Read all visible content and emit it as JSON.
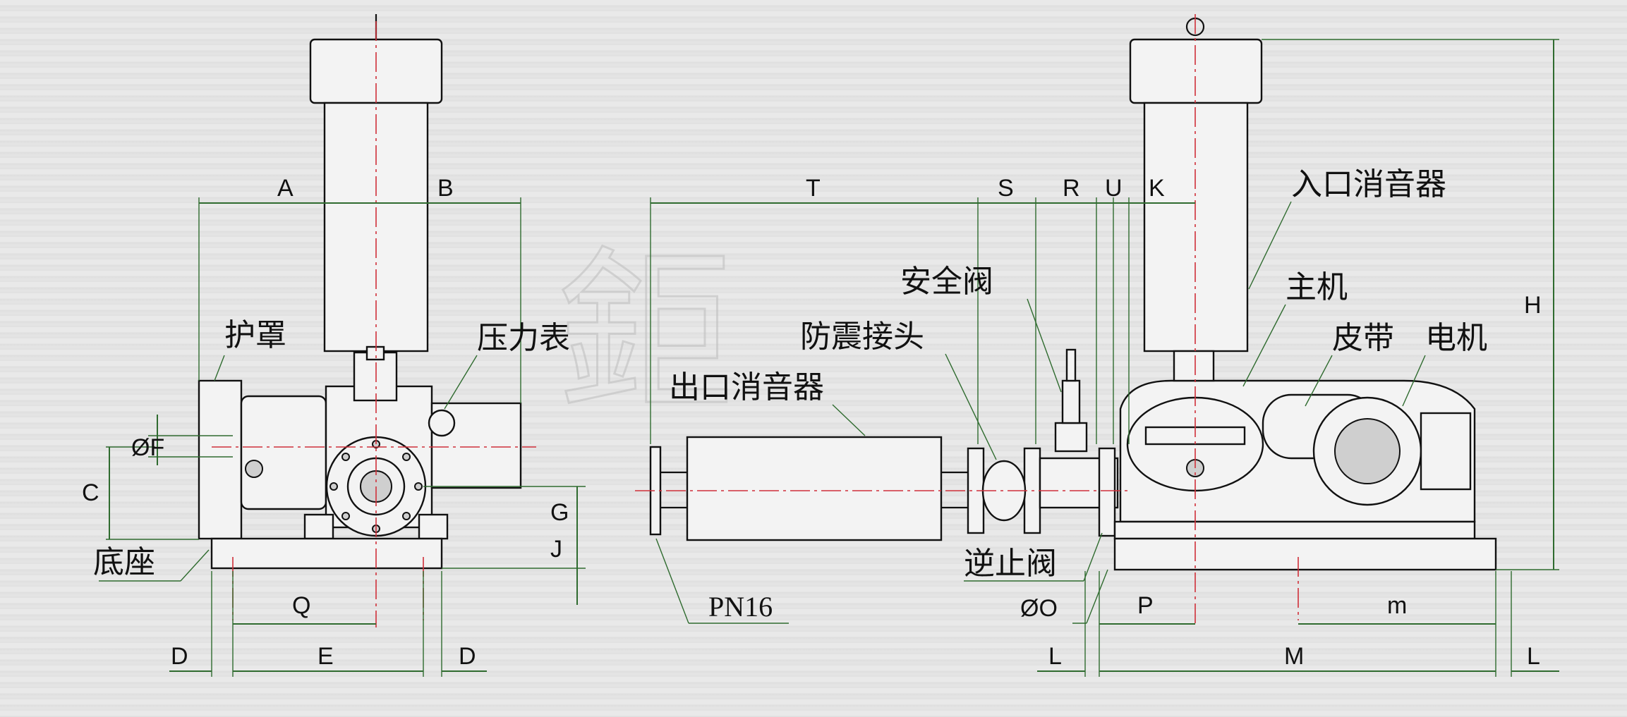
{
  "dimension_labels": {
    "A": "A",
    "B": "B",
    "C": "C",
    "F": "ØF",
    "G": "G",
    "J": "J",
    "Q": "Q",
    "D1": "D",
    "E": "E",
    "D2": "D",
    "T": "T",
    "S": "S",
    "R": "R",
    "U": "U",
    "K": "K",
    "H": "H",
    "O": "ØO",
    "P": "P",
    "m": "m",
    "L1": "L",
    "M": "M",
    "L2": "L"
  },
  "part_labels": {
    "guard": "护罩",
    "pressure_gauge": "压力表",
    "base": "底座",
    "outlet_silencer": "出口消音器",
    "shock_joint": "防震接头",
    "safety_valve": "安全阀",
    "check_valve": "逆止阀",
    "inlet_silencer": "入口消音器",
    "main_unit": "主机",
    "belt": "皮带",
    "motor": "电机"
  },
  "flange_rating": "PN16",
  "watermark": "鉅"
}
